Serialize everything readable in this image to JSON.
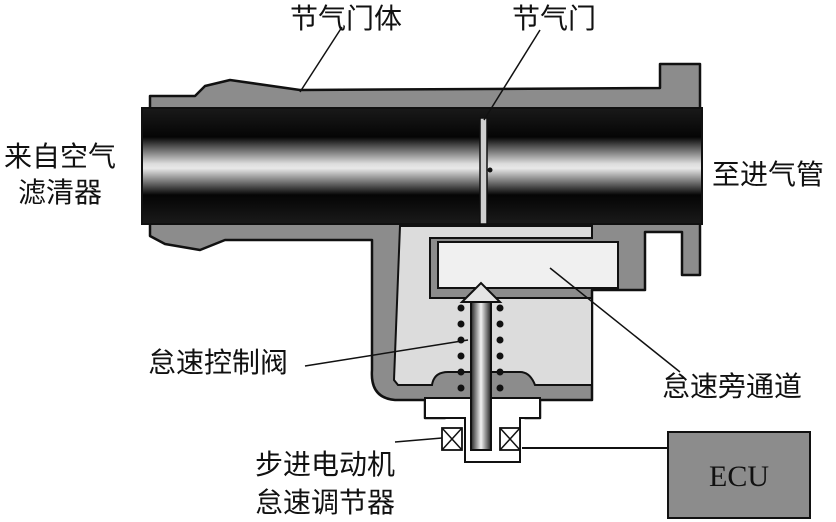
{
  "labels": {
    "throttle_body": "节气门体",
    "throttle_valve": "节气门",
    "from_air_filter_line1": "来自空气",
    "from_air_filter_line2": "滤清器",
    "to_intake_manifold": "至进气管",
    "idle_control_valve": "怠速控制阀",
    "idle_bypass_passage": "怠速旁通道",
    "stepper_line1": "步进电动机",
    "stepper_line2": "怠速调节器",
    "ecu": "ECU"
  },
  "colors": {
    "housing": "#8c8c8c",
    "housing_inner": "#dcdcdc",
    "passage_light": "#f0f0f0",
    "pipe_dark": "#0a0a0a",
    "outline": "#111111",
    "ecu_box": "#8c8c8c"
  }
}
